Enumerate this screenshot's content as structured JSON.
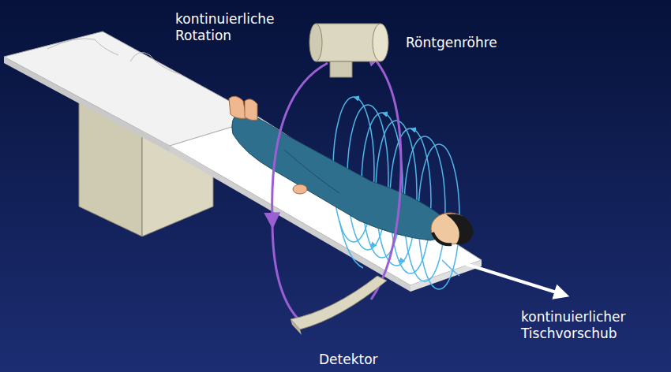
{
  "diagram": {
    "labels": [
      "kontinuierliche Rotation",
      "Röntgenröhre",
      "kontinuierlicher Tischvorschub",
      "Detektor"
    ]
  }
}
